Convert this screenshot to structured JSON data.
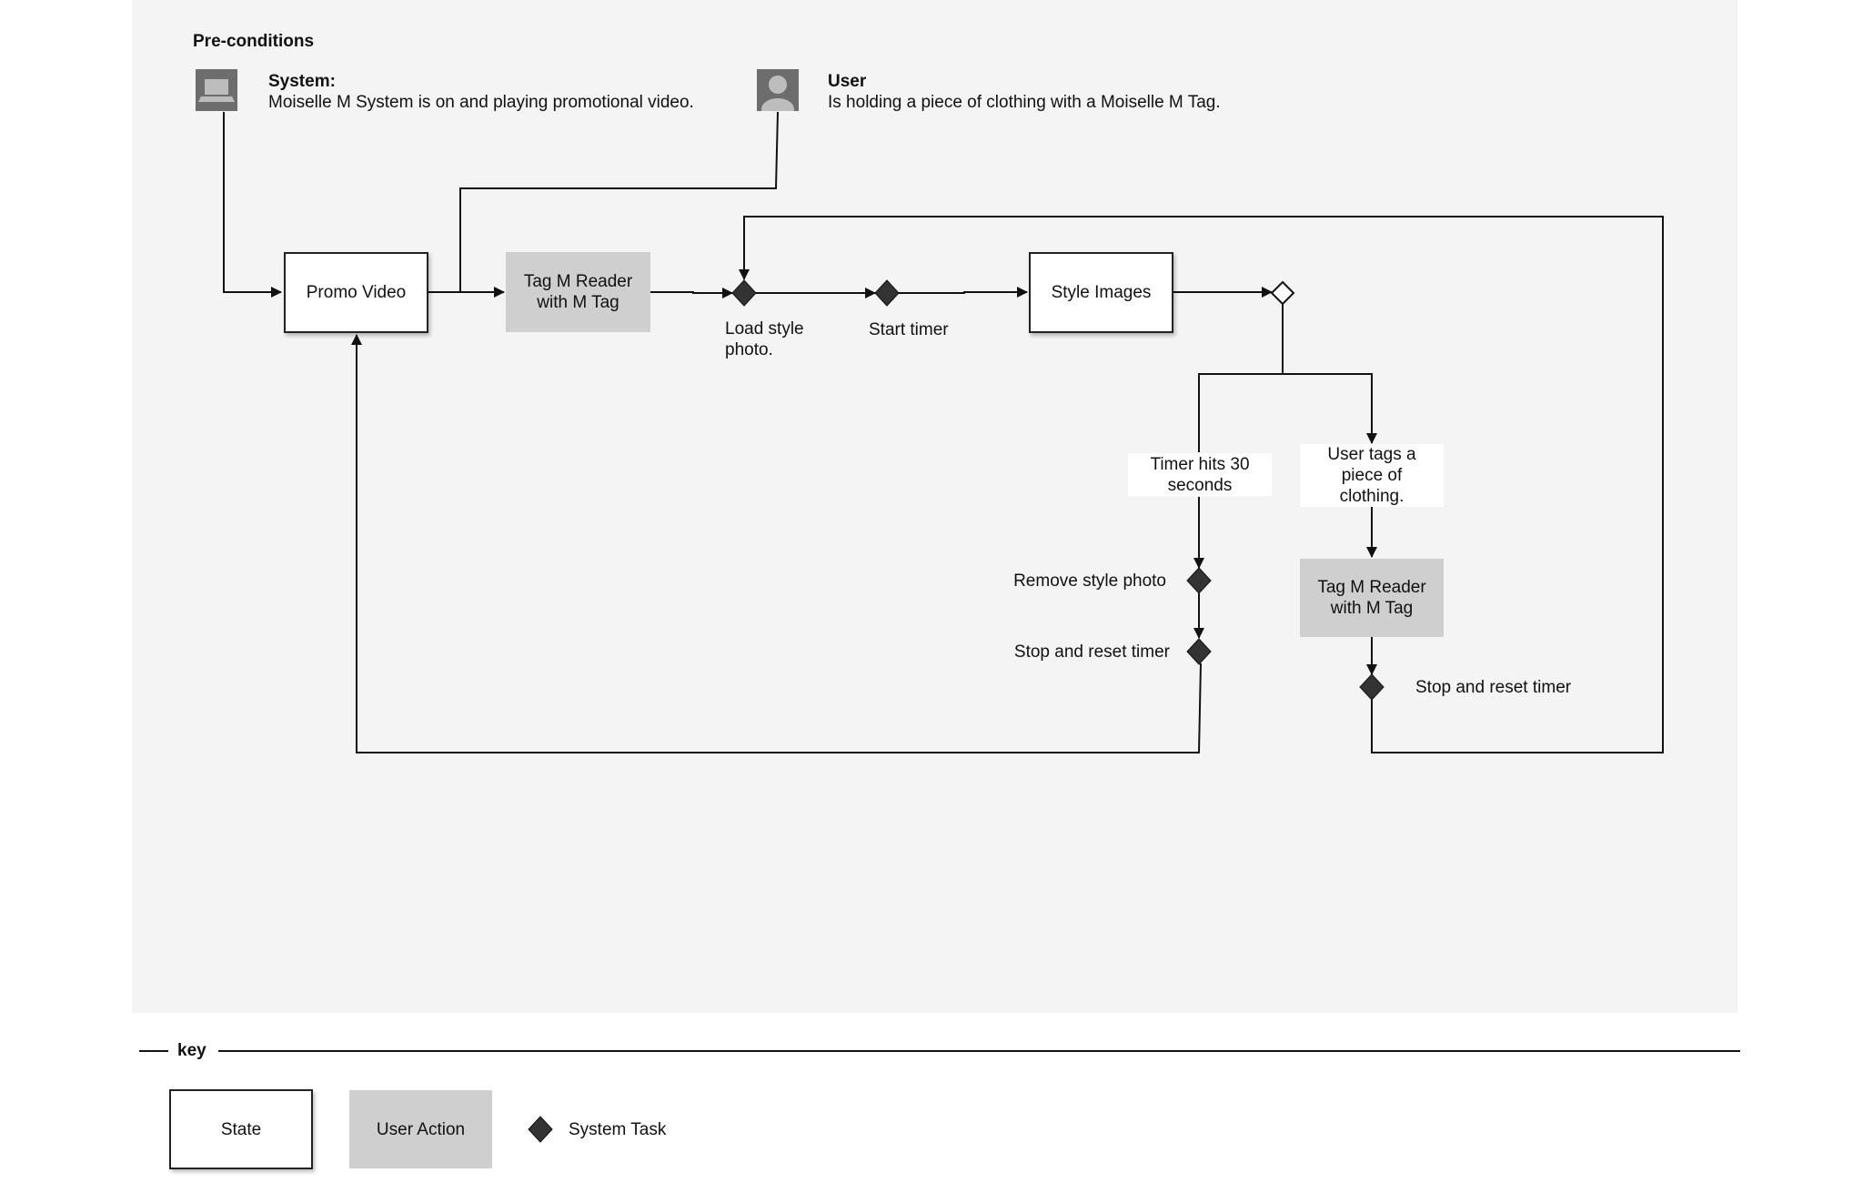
{
  "preconditions": {
    "heading": "Pre-conditions",
    "system_title": "System:",
    "system_text": "Moiselle M System is on and playing promotional video.",
    "system_icon": "laptop-icon",
    "user_title": "User",
    "user_text": "Is holding a piece of clothing with a Moiselle M Tag.",
    "user_icon": "user-avatar-icon"
  },
  "nodes": {
    "promo_video": "Promo Video",
    "tag_reader_1": "Tag M Reader with M Tag",
    "load_style_photo": "Load style photo.",
    "start_timer": "Start timer",
    "style_images": "Style Images",
    "timer_hits": "Timer hits 30 seconds",
    "user_tags": "User tags a piece of clothing.",
    "remove_style_photo": "Remove style photo",
    "stop_reset_left": "Stop and reset timer",
    "tag_reader_2": "Tag M Reader with M Tag",
    "stop_reset_right": "Stop and reset timer"
  },
  "key": {
    "title": "key",
    "state": "State",
    "user_action": "User Action",
    "system_task": "System Task"
  },
  "colors": {
    "panel": "#f4f4f4",
    "line": "#111111",
    "state_fill": "#ffffff",
    "user_action_fill": "#cfcfcf",
    "system_task_fill": "#333333",
    "icon_fill": "#6d6d6d"
  }
}
